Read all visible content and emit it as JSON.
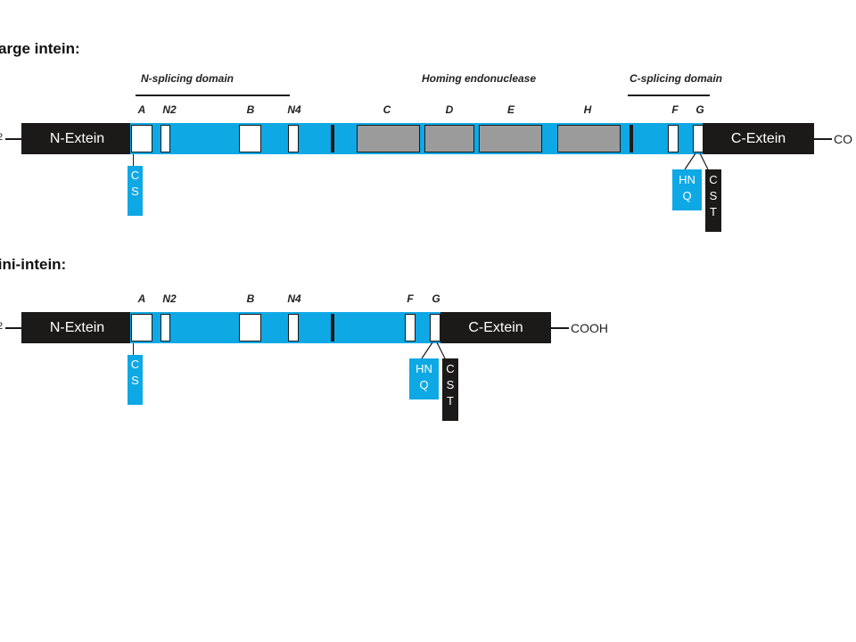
{
  "large": {
    "title": "arge intein:",
    "n_domain_label": "N-splicing domain",
    "homing_label": "Homing endonuclease",
    "c_domain_label": "C-splicing domain",
    "motifs": {
      "a": "A",
      "n2": "N2",
      "b": "B",
      "n4": "N4",
      "c": "C",
      "d": "D",
      "e": "E",
      "h": "H",
      "f": "F",
      "g": "G"
    },
    "n_extein": "N-Extein",
    "c_extein": "C-Extein",
    "n_term": "2",
    "c_term": "CO",
    "res_a": [
      "C",
      "S"
    ],
    "res_f": [
      "HN",
      "Q"
    ],
    "res_g": [
      "C",
      "S",
      "T"
    ]
  },
  "mini": {
    "title": "lini-intein:",
    "motifs": {
      "a": "A",
      "n2": "N2",
      "b": "B",
      "n4": "N4",
      "f": "F",
      "g": "G"
    },
    "n_extein": "N-Extein",
    "c_extein": "C-Extein",
    "n_term": "2",
    "c_term": "COOH",
    "res_a": [
      "C",
      "S"
    ],
    "res_f": [
      "HN",
      "Q"
    ],
    "res_g": [
      "C",
      "S",
      "T"
    ]
  },
  "colors": {
    "intein": "#0ea8e4",
    "extein": "#1b1a19",
    "endonuclease": "#9b9b9b"
  }
}
